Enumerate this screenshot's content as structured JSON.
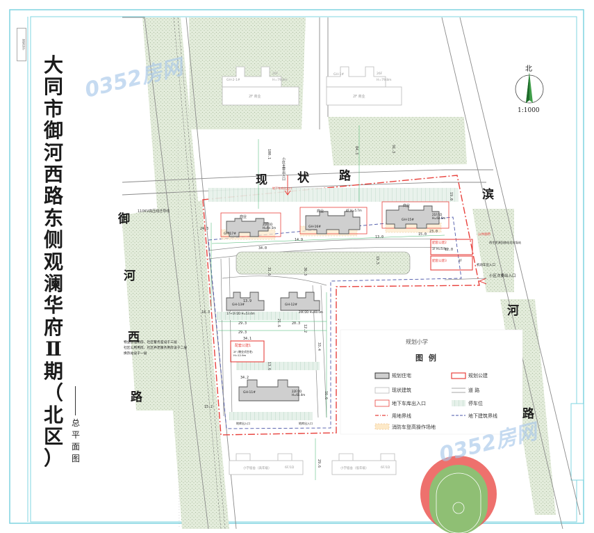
{
  "title_chars": [
    "大",
    "同",
    "市",
    "御",
    "河",
    "西",
    "路",
    "东",
    "侧",
    "观",
    "澜",
    "华",
    "府",
    "Ⅱ",
    "期",
    "（",
    "北",
    "区",
    "）"
  ],
  "subtitle_chars": [
    "总",
    "平",
    "面",
    "图"
  ],
  "spine_text": "规划设计",
  "compass": {
    "label": "北",
    "scale": "1:1000"
  },
  "roads": {
    "top": [
      "现",
      "状",
      "路"
    ],
    "left": [
      "御",
      "河",
      "西",
      "路"
    ],
    "right": [
      "滨",
      "河",
      "路"
    ]
  },
  "power_line_label": "110KV高压线迁导线",
  "buildings": {
    "GH17": {
      "top_label": "商业",
      "id": "GH-17#",
      "height": "21F/1D H=64.5m"
    },
    "GH16": {
      "top_label": "商业",
      "id": "GH-16#",
      "height": "4F H=5.7m"
    },
    "GH15": {
      "top_label": "商业",
      "id": "GH-15#",
      "height": "21F/1D H=64.5m"
    },
    "GH13": {
      "id": "GH-13#",
      "height": "17+1F/2D H=53.4m"
    },
    "GH12": {
      "id": "GH-12#",
      "height": "20F/2D H=60.0m"
    },
    "GH11": {
      "id": "GH-11#",
      "height": "22F/2D H=65.0m"
    },
    "ext_left": {
      "id": "GH-2-1#",
      "floors": "26F",
      "height": "H=79.8m",
      "base": "2F 商业"
    },
    "ext_right": {
      "id": "GH-1#",
      "floors": "26F",
      "height": "H=79.8m",
      "base": "2F 商业"
    },
    "school_left": {
      "name": "小学宿舍（高年级）",
      "floors": "6F/1D"
    },
    "school_right": {
      "name": "小学宿舍（低年级）",
      "floors": "6F/1D"
    }
  },
  "facilities": {
    "pt1": {
      "name": "配套公建1",
      "info": "2F (物业式住宅) H=12.9m"
    },
    "pt2": {
      "name": "配套公建2",
      "info": "1F H=5.4m"
    },
    "pt3": {
      "name": "配套公建3",
      "info": "2F"
    }
  },
  "labels": {
    "main_entrance": "小区主要出入口",
    "secondary_entrance": "小区次要出入口",
    "garage_entrance": "地下车库出入口",
    "motor_entrance": "机动车出入口",
    "recycle": "再生资源回收站及垃圾站",
    "public_toilet": "公共厕所",
    "school_area": "规划小学",
    "property_note": "物业管理用房、社区警务室设于三层",
    "community_note": "社区公用用房、社区养老服务用房设于二层",
    "heat_note": "换热站设于一层",
    "garage_ramp_1": "地库出入口",
    "garage_ramp_2": "地库出入口"
  },
  "dims": [
    "24.3",
    "14.9",
    "34.0",
    "13.0",
    "15.0",
    "29.3",
    "20.3",
    "29.3",
    "34.1",
    "34.2",
    "23.0",
    "12.0",
    "19.0",
    "18.3",
    "21.6",
    "16.6",
    "15.2",
    "13.9",
    "29.6",
    "100.1",
    "91.3",
    "84.3",
    "31.6",
    "36.3",
    "33.4",
    "19.5",
    "12.2",
    "13.6"
  ],
  "legend": {
    "title": "图  例",
    "items": [
      {
        "label": "规划住宅",
        "swatch": "residential"
      },
      {
        "label": "规划公建",
        "swatch": "public"
      },
      {
        "label": "现状建筑",
        "swatch": "existing"
      },
      {
        "label": "道  路",
        "swatch": "road"
      },
      {
        "label": "地下车库出入口",
        "swatch": "garage"
      },
      {
        "label": "停车位",
        "swatch": "parking"
      },
      {
        "label": "用地界线",
        "swatch": "boundary"
      },
      {
        "label": "地下建筑界线",
        "swatch": "underground"
      },
      {
        "label": "消防车登高操作场地",
        "swatch": "fire"
      }
    ]
  },
  "watermark": "0352房网",
  "colors": {
    "boundary": "#e8413c",
    "underground": "#4a55a8",
    "green": "#dde8d4",
    "road_line": "#8a8a8a",
    "frame": "#7fd4e0",
    "building_fill": "#cfcfcf",
    "building_edge": "#555555"
  }
}
